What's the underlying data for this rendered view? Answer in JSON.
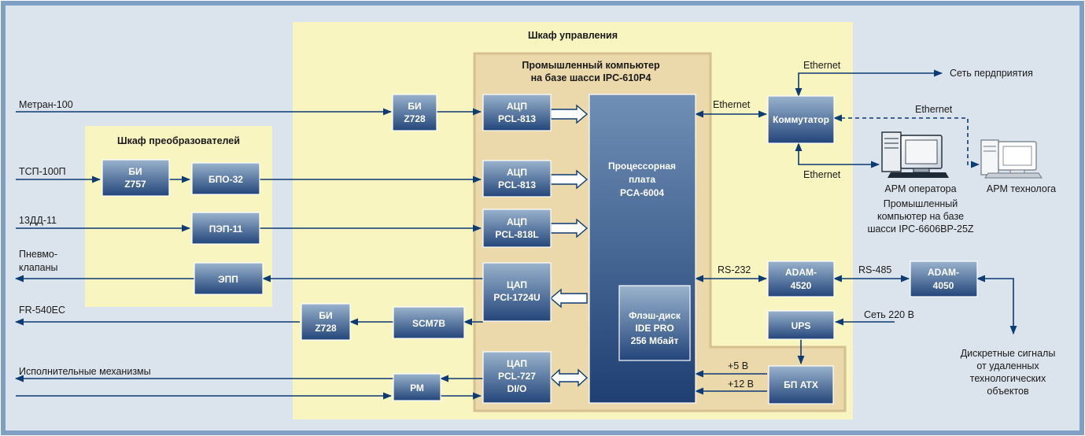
{
  "colors": {
    "background": "#dbe3ec",
    "frame": "#7f9fc4",
    "cabinet": "#f8f5c1",
    "computer": "#ebd8ab",
    "computer_border": "#d6c08f",
    "block_top": "#94aec9",
    "block_bottom": "#26467a",
    "line": "#0d3b73"
  },
  "cabinets": {
    "control": "Шкаф управления",
    "converters": "Шкаф преобразователей",
    "computer_line1": "Промышленный компьютер",
    "computer_line2": "на базе шасси IPC-610P4"
  },
  "blocks": {
    "bi_z728_top": [
      "БИ",
      "Z728"
    ],
    "adc1": [
      "АЦП",
      "PCL-813"
    ],
    "adc2": [
      "АЦП",
      "PCL-813"
    ],
    "adc3": [
      "АЦП",
      "PCL-818L"
    ],
    "bi_z757": [
      "БИ",
      "Z757"
    ],
    "bpo32": [
      "БПО-32"
    ],
    "pep11": [
      "ПЭП-11"
    ],
    "epp": [
      "ЭПП"
    ],
    "dac1": [
      "ЦАП",
      "PCI-1724U"
    ],
    "scm7b": [
      "SCM7B"
    ],
    "bi_z728_bottom": [
      "БИ",
      "Z728"
    ],
    "dac2": [
      "ЦАП",
      "PCL-727",
      "DI/O"
    ],
    "rm": [
      "РМ"
    ],
    "cpu": [
      "Процессорная",
      "плата",
      "PCA-6004"
    ],
    "flash": [
      "Флэш-диск",
      "IDE PRO",
      "256 Мбайт"
    ],
    "switch": [
      "Коммутатор"
    ],
    "adam4520": [
      "ADAM-",
      "4520"
    ],
    "adam4050": [
      "ADAM-",
      "4050"
    ],
    "ups": [
      "UPS"
    ],
    "psu": [
      "БП ATX"
    ]
  },
  "inputs": {
    "metran": "Метран-100",
    "tsp": "ТСП-100П",
    "dd": "13ДД-11",
    "valves_line1": "Пневмо-",
    "valves_line2": "клапаны",
    "fr": "FR-540EC",
    "actuators": "Исполнительные механизмы"
  },
  "links": {
    "ethernet_top": "Ethernet",
    "ethernet_cpu": "Ethernet",
    "ethernet_dashed": "Ethernet",
    "ethernet_bottom": "Ethernet",
    "rs232": "RS-232",
    "rs485": "RS-485",
    "mains": "Сеть 220 В",
    "plus5": "+5 В",
    "plus12": "+12 В"
  },
  "outputs": {
    "enterprise": "Сеть перд­приятия",
    "arm_operator": "АРМ оператора",
    "arm_technologist": "АРМ технолога",
    "operator_pc_line1": "Промышленный",
    "operator_pc_line2": "компьютер на базе",
    "operator_pc_line3": "шасси IPC-6606BP-25Z",
    "discrete_line1": "Дискретные сигналы",
    "discrete_line2": "от удаленных",
    "discrete_line3": "технологических",
    "discrete_line4": "объектов"
  },
  "icons": [
    "operator-workstation-icon",
    "technologist-workstation-icon"
  ]
}
